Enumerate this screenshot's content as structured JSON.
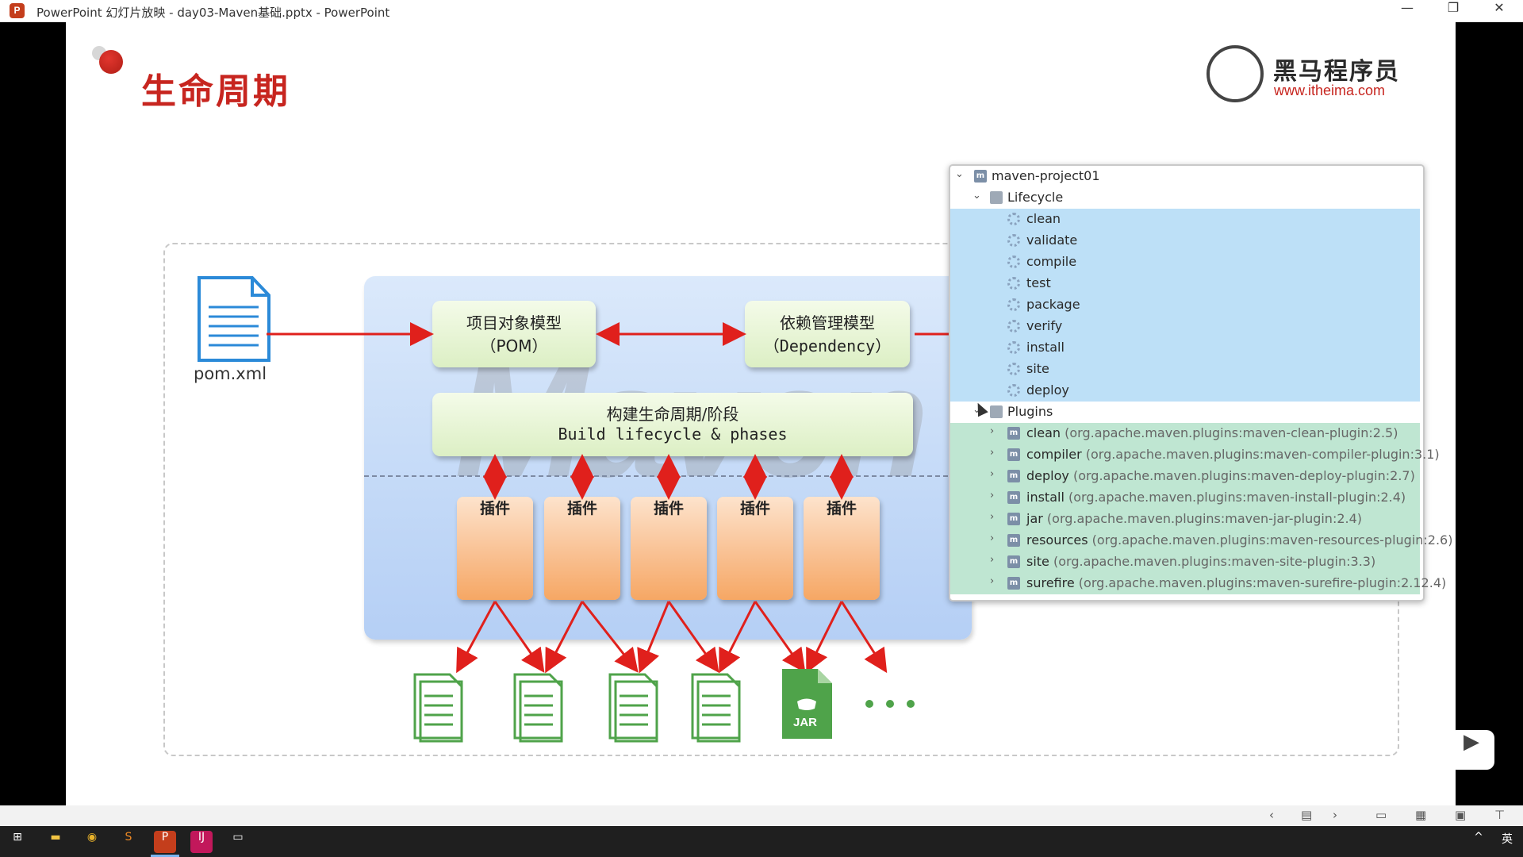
{
  "window": {
    "title": "PowerPoint 幻灯片放映  -  day03-Maven基础.pptx - PowerPoint",
    "app_icon": "P",
    "controls": {
      "minimize": "—",
      "restore": "❐",
      "close": "✕"
    }
  },
  "slide": {
    "title": "生命周期",
    "logo": {
      "name": "黑马程序员",
      "url": "www.itheima.com"
    },
    "diagram": {
      "pom_label": "pom.xml",
      "pom_model": {
        "line1": "项目对象模型",
        "line2": "（POM）"
      },
      "dependency_model": {
        "line1": "依赖管理模型",
        "line2": "（Dependency）"
      },
      "lifecycle": {
        "line1": "构建生命周期/阶段",
        "line2": "Build lifecycle & phases"
      },
      "watermark": "Maven",
      "plugins": [
        "插件",
        "插件",
        "插件",
        "插件",
        "插件"
      ],
      "jar_label": "JAR",
      "ellipsis": "• • •"
    }
  },
  "maven_tree": {
    "project": "maven-project01",
    "lifecycle_label": "Lifecycle",
    "lifecycle": [
      "clean",
      "validate",
      "compile",
      "test",
      "package",
      "verify",
      "install",
      "site",
      "deploy"
    ],
    "plugins_label": "Plugins",
    "plugins": [
      {
        "name": "clean",
        "desc": "(org.apache.maven.plugins:maven-clean-plugin:2.5)"
      },
      {
        "name": "compiler",
        "desc": "(org.apache.maven.plugins:maven-compiler-plugin:3.1)"
      },
      {
        "name": "deploy",
        "desc": "(org.apache.maven.plugins:maven-deploy-plugin:2.7)"
      },
      {
        "name": "install",
        "desc": "(org.apache.maven.plugins:maven-install-plugin:2.4)"
      },
      {
        "name": "jar",
        "desc": "(org.apache.maven.plugins:maven-jar-plugin:2.4)"
      },
      {
        "name": "resources",
        "desc": "(org.apache.maven.plugins:maven-resources-plugin:2.6)"
      },
      {
        "name": "site",
        "desc": "(org.apache.maven.plugins:maven-site-plugin:3.3)"
      },
      {
        "name": "surefire",
        "desc": "(org.apache.maven.plugins:maven-surefire-plugin:2.12.4)"
      }
    ]
  },
  "slideshow_bar": {
    "prev": "‹",
    "next": "›"
  },
  "taskbar": {
    "tray": [
      "^",
      "英"
    ]
  },
  "colors": {
    "accent_red": "#c7251f",
    "arrow_red": "#e0201c",
    "lifecycle_bg": "#bde0f7",
    "plugins_bg": "#bfe6d2"
  }
}
